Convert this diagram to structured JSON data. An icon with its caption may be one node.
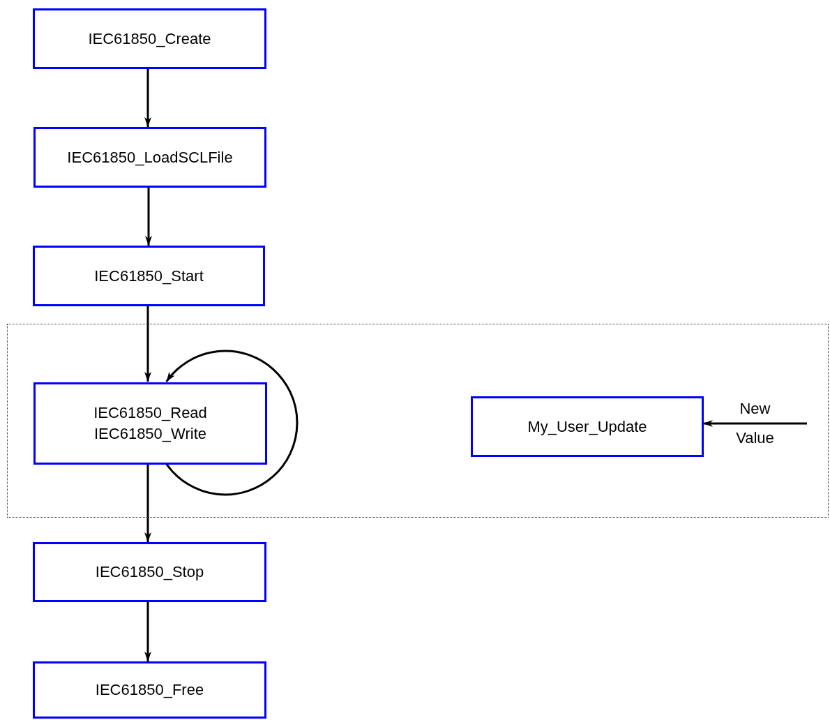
{
  "diagram": {
    "nodes": [
      {
        "text": [
          "IEC61850_Create"
        ]
      },
      {
        "text": [
          "IEC61850_LoadSCLFile"
        ]
      },
      {
        "text": [
          "IEC61850_Start"
        ]
      },
      {
        "text": [],
        "shape": "box"
      },
      {
        "text": [
          "IEC61850_Read",
          "IEC61850_Write"
        ],
        "in": 3
      },
      {
        "text": [
          "My_User_Update"
        ],
        "in": 3
      },
      {
        "text": [
          "IEC61850_Stop"
        ]
      },
      {
        "text": [
          "IEC61850_Free"
        ]
      }
    ],
    "edges": [
      {
        "from": 0,
        "to": 1,
        "arrow": "to"
      },
      {
        "from": 1,
        "to": 2,
        "arrow": "to"
      },
      {
        "from": 2,
        "to": 4,
        "arrow": "to"
      },
      {
        "from": 4,
        "to": 4,
        "arrow": "to"
      },
      {
        "from": 4,
        "to": 6,
        "arrow": "to"
      },
      {
        "from": 6,
        "to": 7,
        "arrow": "to"
      },
      {
        "from": null,
        "to": 5,
        "arrow": "to",
        "label": "New Value"
      }
    ]
  }
}
